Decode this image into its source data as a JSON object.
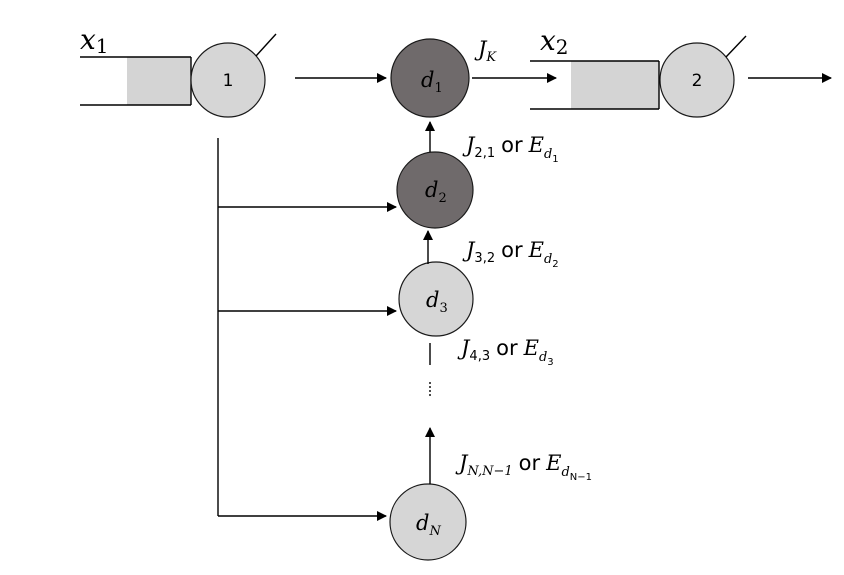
{
  "queues": {
    "q1": {
      "label_main": "x",
      "label_sub": "1",
      "server_label": "1"
    },
    "q2": {
      "label_main": "x",
      "label_sub": "2",
      "server_label": "2"
    }
  },
  "nodes": {
    "d1": {
      "main": "d",
      "sub": "1"
    },
    "d2": {
      "main": "d",
      "sub": "2"
    },
    "d3": {
      "main": "d",
      "sub": "3"
    },
    "dN": {
      "main": "d",
      "sub": "N"
    }
  },
  "edges": {
    "jk": {
      "main": "J",
      "sub": "K"
    },
    "j21": {
      "main": "J",
      "sub": "2,1",
      "or": "or",
      "e_main": "E",
      "e_sub": "d",
      "e_subsub": "1"
    },
    "j32": {
      "main": "J",
      "sub": "3,2",
      "or": "or",
      "e_main": "E",
      "e_sub": "d",
      "e_subsub": "2"
    },
    "j43": {
      "main": "J",
      "sub": "4,3",
      "or": "or",
      "e_main": "E",
      "e_sub": "d",
      "e_subsub": "3"
    },
    "jn": {
      "main": "J",
      "sub": "N,N−1",
      "or": "or",
      "e_main": "E",
      "e_sub": "d",
      "e_subsub": "N−1"
    }
  },
  "colors": {
    "light_node": "#d6d6d6",
    "dark_node": "#6f6a6b",
    "queue_fill": "#d4d4d4",
    "line": "#000000"
  }
}
